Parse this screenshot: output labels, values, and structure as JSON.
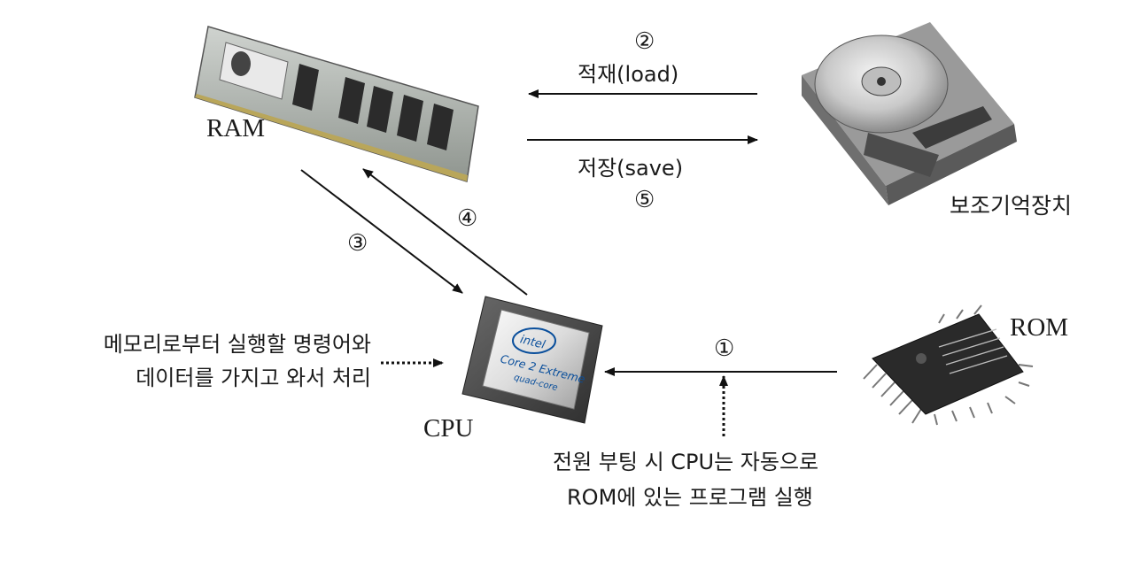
{
  "labels": {
    "ram": "RAM",
    "rom": "ROM",
    "cpu": "CPU",
    "storage": "보조기억장치",
    "step1": "①",
    "step2": "②",
    "step3": "③",
    "step4": "④",
    "step5": "⑤",
    "load": "적재(load)",
    "save": "저장(save)",
    "cpu_note_line1": "메모리로부터 실행할 명령어와",
    "cpu_note_line2": "데이터를 가지고 와서 처리",
    "boot_note_line1": "전원 부팅 시 CPU는 자동으로",
    "boot_note_line2": "ROM에 있는 프로그램 실행"
  },
  "chip_text": {
    "cpu_brand": "intel",
    "cpu_line1": "Core 2 Extreme",
    "cpu_line2": "quad-core"
  },
  "icons": [
    "ram-module-icon",
    "hard-disk-icon",
    "cpu-chip-icon",
    "rom-chip-icon"
  ]
}
